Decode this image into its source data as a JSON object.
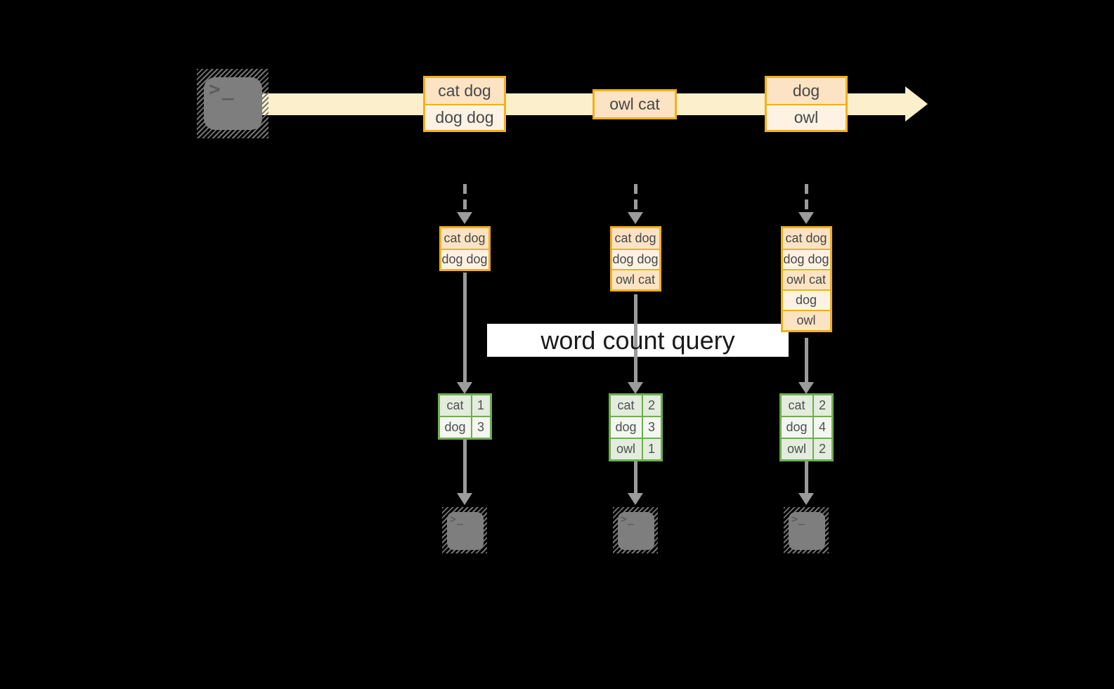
{
  "query_label": "word count query",
  "terminal_glyph": ">_",
  "colors": {
    "stream": "#fbf0cb",
    "box_border": "#f1b11c",
    "box_fill_dark": "#fbe3c3",
    "box_fill_light": "#fdf2e4",
    "table_border": "#6fad52",
    "table_fill_dark": "#e3ecdd",
    "table_fill_light": "#f3f7ef",
    "arrow": "#9b9b9b",
    "label_bg": "#ffffff"
  },
  "stream": {
    "batches": [
      {
        "rows": [
          "cat dog",
          "dog dog"
        ]
      },
      {
        "rows": [
          "owl cat"
        ]
      },
      {
        "rows": [
          "dog",
          "owl"
        ]
      }
    ]
  },
  "columns": [
    {
      "input_rows": [
        "cat dog",
        "dog dog"
      ],
      "result": [
        {
          "word": "cat",
          "count": 1
        },
        {
          "word": "dog",
          "count": 3
        }
      ]
    },
    {
      "input_rows": [
        "cat dog",
        "dog dog",
        "owl cat"
      ],
      "result": [
        {
          "word": "cat",
          "count": 2
        },
        {
          "word": "dog",
          "count": 3
        },
        {
          "word": "owl",
          "count": 1
        }
      ]
    },
    {
      "input_rows": [
        "cat dog",
        "dog dog",
        "owl cat",
        "dog",
        "owl"
      ],
      "result": [
        {
          "word": "cat",
          "count": 2
        },
        {
          "word": "dog",
          "count": 4
        },
        {
          "word": "owl",
          "count": 2
        }
      ]
    }
  ]
}
